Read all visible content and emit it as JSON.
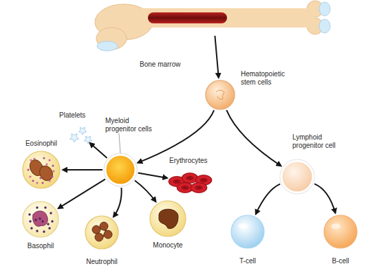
{
  "diagram": {
    "nodes": [
      {
        "text": [
          "Bone marrow"
        ]
      },
      {
        "text": [
          "Hematopoietic stem cells"
        ]
      },
      {
        "text": [
          "Myeloid progenitor cells"
        ]
      },
      {
        "text": [
          "Lymphoid progenitor cell"
        ]
      },
      {
        "text": [
          "Platelets"
        ]
      },
      {
        "text": [
          "Eosinophil"
        ]
      },
      {
        "text": [
          "Erythrocytes"
        ]
      },
      {
        "text": [
          "Basophil"
        ]
      },
      {
        "text": [
          "Neutrophil"
        ]
      },
      {
        "text": [
          "Monocyte"
        ]
      },
      {
        "text": [
          "T-cell"
        ]
      },
      {
        "text": [
          "B-cell"
        ]
      }
    ],
    "edges": [
      {
        "from": 0,
        "to": 1,
        "arrow": "to"
      },
      {
        "from": 1,
        "to": 2,
        "arrow": "to"
      },
      {
        "from": 1,
        "to": 3,
        "arrow": "to"
      },
      {
        "from": 2,
        "to": 4,
        "arrow": "to"
      },
      {
        "from": 2,
        "to": 5,
        "arrow": "to"
      },
      {
        "from": 2,
        "to": 6,
        "arrow": "to"
      },
      {
        "from": 2,
        "to": 7,
        "arrow": "to"
      },
      {
        "from": 2,
        "to": 8,
        "arrow": "to"
      },
      {
        "from": 2,
        "to": 9,
        "arrow": "to"
      },
      {
        "from": 3,
        "to": 10,
        "arrow": "to"
      },
      {
        "from": 3,
        "to": 11,
        "arrow": "to"
      }
    ]
  }
}
